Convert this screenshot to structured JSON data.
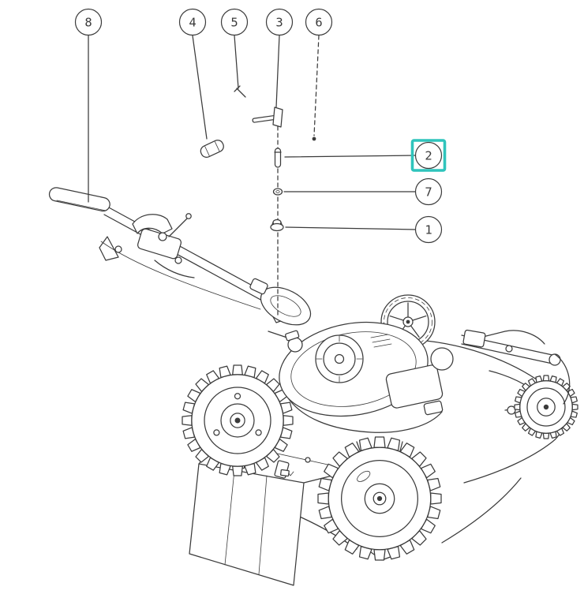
{
  "diagram": {
    "type": "exploded-parts-diagram",
    "line_color": "#3b3b3b",
    "highlight_color": "#2fc4bc",
    "callouts": [
      {
        "label": "8",
        "highlighted": false
      },
      {
        "label": "4",
        "highlighted": false
      },
      {
        "label": "5",
        "highlighted": false
      },
      {
        "label": "3",
        "highlighted": false
      },
      {
        "label": "6",
        "highlighted": false
      },
      {
        "label": "2",
        "highlighted": true
      },
      {
        "label": "7",
        "highlighted": false
      },
      {
        "label": "1",
        "highlighted": false
      }
    ]
  }
}
